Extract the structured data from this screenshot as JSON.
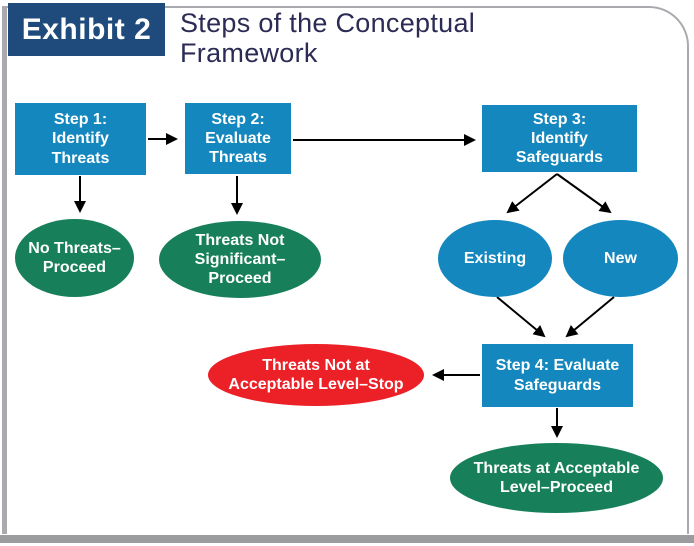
{
  "header": {
    "exhibit_label": "Exhibit 2",
    "title": "Steps of the Conceptual\nFramework"
  },
  "colors": {
    "exhibit_navy": "#1e4b7b",
    "node_blue": "#1487be",
    "node_green": "#17805a",
    "node_red": "#ec2027",
    "title_text": "#2b2b55",
    "border_gray": "#a8aaad",
    "bottom_bar_gray": "#9a9c9e",
    "arrow_black": "#000000"
  },
  "flowchart": {
    "nodes": {
      "step1": {
        "label": "Step 1:\nIdentify\nThreats",
        "shape": "rectangle",
        "color": "blue"
      },
      "step2": {
        "label": "Step 2:\nEvaluate\nThreats",
        "shape": "rectangle",
        "color": "blue"
      },
      "step3": {
        "label": "Step 3:\nIdentify\nSafeguards",
        "shape": "rectangle",
        "color": "blue"
      },
      "no_threats_proceed": {
        "label": "No Threats–\nProceed",
        "shape": "ellipse",
        "color": "green"
      },
      "threats_not_significant_proceed": {
        "label": "Threats Not\nSignificant–\nProceed",
        "shape": "ellipse",
        "color": "green"
      },
      "existing": {
        "label": "Existing",
        "shape": "ellipse",
        "color": "blue"
      },
      "new": {
        "label": "New",
        "shape": "ellipse",
        "color": "blue"
      },
      "step4": {
        "label": "Step 4: Evaluate\nSafeguards",
        "shape": "rectangle",
        "color": "blue"
      },
      "threats_not_at_acceptable_level_stop": {
        "label": "Threats Not at\nAcceptable Level–Stop",
        "shape": "ellipse",
        "color": "red"
      },
      "threats_at_acceptable_level_proceed": {
        "label": "Threats at Acceptable\nLevel–Proceed",
        "shape": "ellipse",
        "color": "green"
      }
    },
    "edges": [
      {
        "from": "step1",
        "to": "step2"
      },
      {
        "from": "step2",
        "to": "step3"
      },
      {
        "from": "step1",
        "to": "no_threats_proceed"
      },
      {
        "from": "step2",
        "to": "threats_not_significant_proceed"
      },
      {
        "from": "step3",
        "to": "existing"
      },
      {
        "from": "step3",
        "to": "new"
      },
      {
        "from": "existing",
        "to": "step4"
      },
      {
        "from": "new",
        "to": "step4"
      },
      {
        "from": "step4",
        "to": "threats_not_at_acceptable_level_stop"
      },
      {
        "from": "step4",
        "to": "threats_at_acceptable_level_proceed"
      }
    ]
  }
}
